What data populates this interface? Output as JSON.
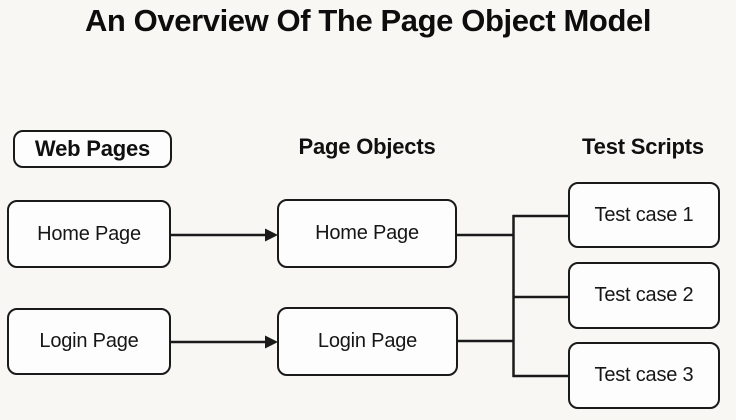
{
  "title": "An Overview Of The Page Object Model",
  "columns": [
    {
      "header": "Web Pages",
      "items": [
        "Home Page",
        "Login Page"
      ]
    },
    {
      "header": "Page Objects",
      "items": [
        "Home Page",
        "Login Page"
      ]
    },
    {
      "header": "Test Scripts",
      "items": [
        "Test case 1",
        "Test case 2",
        "Test case 3"
      ]
    }
  ],
  "connections": [
    {
      "from": "Web Pages / Home Page",
      "to": "Page Objects / Home Page",
      "style": "arrow"
    },
    {
      "from": "Web Pages / Login Page",
      "to": "Page Objects / Login Page",
      "style": "arrow"
    },
    {
      "from": "Page Objects / Home Page",
      "to": "Test Scripts bus",
      "style": "line"
    },
    {
      "from": "Page Objects / Login Page",
      "to": "Test Scripts bus",
      "style": "line"
    },
    {
      "from": "Test Scripts bus",
      "to": "Test case 1",
      "style": "line"
    },
    {
      "from": "Test Scripts bus",
      "to": "Test case 2",
      "style": "line"
    },
    {
      "from": "Test Scripts bus",
      "to": "Test case 3",
      "style": "line"
    }
  ],
  "colors": {
    "background": "#f9f7f4",
    "box_fill": "#fdfdfd",
    "line": "#1a1a1a",
    "text": "#141414"
  }
}
